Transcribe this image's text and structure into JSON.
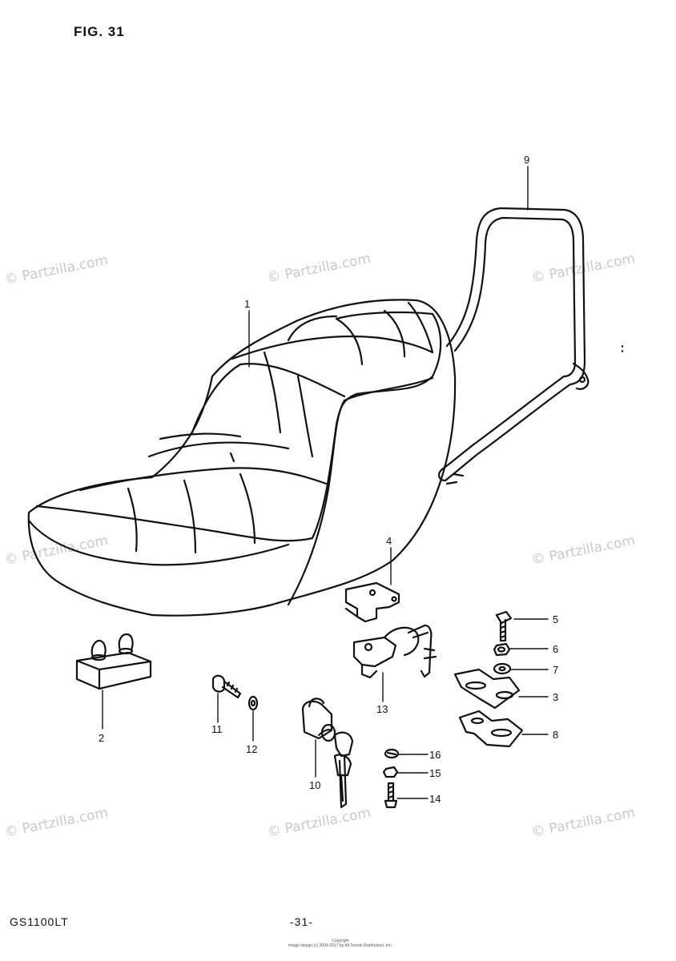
{
  "figure_label": "FIG. 31",
  "model_code": "GS1100LT",
  "page_number": "-31-",
  "copyright_line1": "Copyright",
  "copyright_line2": "Image design (c) 2004-2017 by All Terrain Distributors, Inc.",
  "watermark_text": "© Partzilla.com",
  "callouts": [
    "1",
    "2",
    "3",
    "4",
    "5",
    "6",
    "7",
    "8",
    "9",
    "10",
    "11",
    "12",
    "13",
    "14",
    "15",
    "16"
  ]
}
